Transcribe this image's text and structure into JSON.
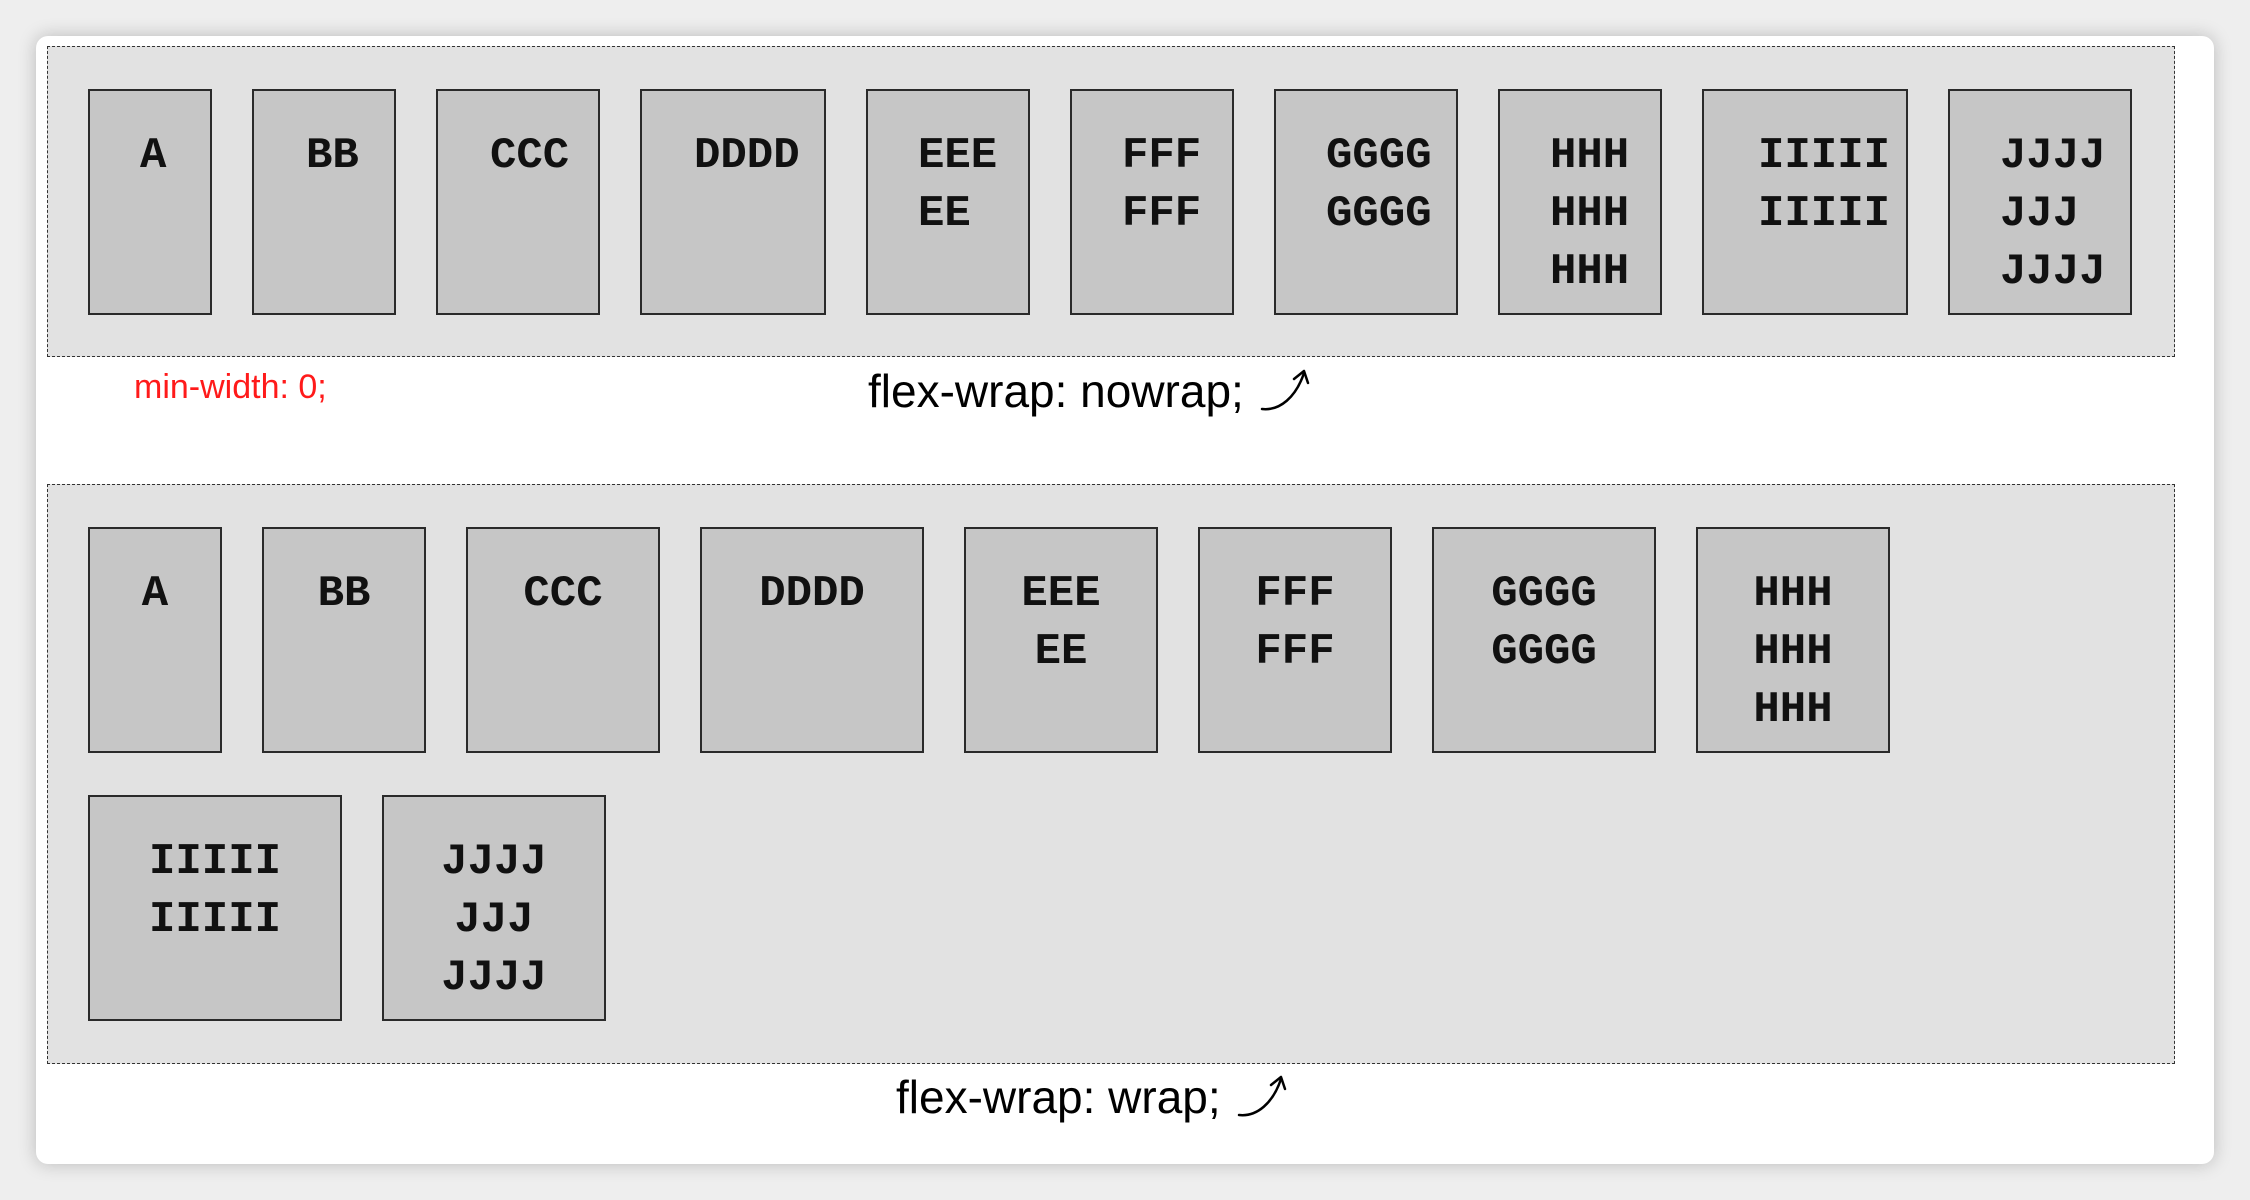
{
  "nowrap_section": {
    "boxes": [
      {
        "lines": [
          "A"
        ]
      },
      {
        "lines": [
          "BB"
        ]
      },
      {
        "lines": [
          "CCC"
        ]
      },
      {
        "lines": [
          "DDDD"
        ]
      },
      {
        "lines": [
          "EEE",
          "EE"
        ]
      },
      {
        "lines": [
          "FFF",
          "FFF"
        ]
      },
      {
        "lines": [
          "GGGG",
          "GGGG"
        ]
      },
      {
        "lines": [
          "HHH",
          "HHH",
          "HHH"
        ]
      },
      {
        "lines": [
          "IIIII",
          "IIIII"
        ]
      },
      {
        "lines": [
          "JJJJ",
          "JJJ",
          "JJJJ"
        ]
      }
    ],
    "note": "min-width: 0;",
    "caption": "flex-wrap: nowrap;"
  },
  "wrap_section": {
    "boxes": [
      {
        "lines": [
          "A"
        ]
      },
      {
        "lines": [
          "BB"
        ]
      },
      {
        "lines": [
          "CCC"
        ]
      },
      {
        "lines": [
          "DDDD"
        ]
      },
      {
        "lines": [
          "EEE",
          "EE"
        ]
      },
      {
        "lines": [
          "FFF",
          "FFF"
        ]
      },
      {
        "lines": [
          "GGGG",
          "GGGG"
        ]
      },
      {
        "lines": [
          "HHH",
          "HHH",
          "HHH"
        ]
      },
      {
        "lines": [
          "IIIII",
          "IIIII"
        ]
      },
      {
        "lines": [
          "JJJJ",
          "JJJ",
          "JJJJ"
        ]
      }
    ],
    "caption": "flex-wrap: wrap;"
  },
  "colors": {
    "container": "#e2e2e2",
    "item": "#c6c6c6",
    "note": "#ff1a1a"
  },
  "icons": {
    "caption_arrow": "curved-up-arrow-icon"
  }
}
